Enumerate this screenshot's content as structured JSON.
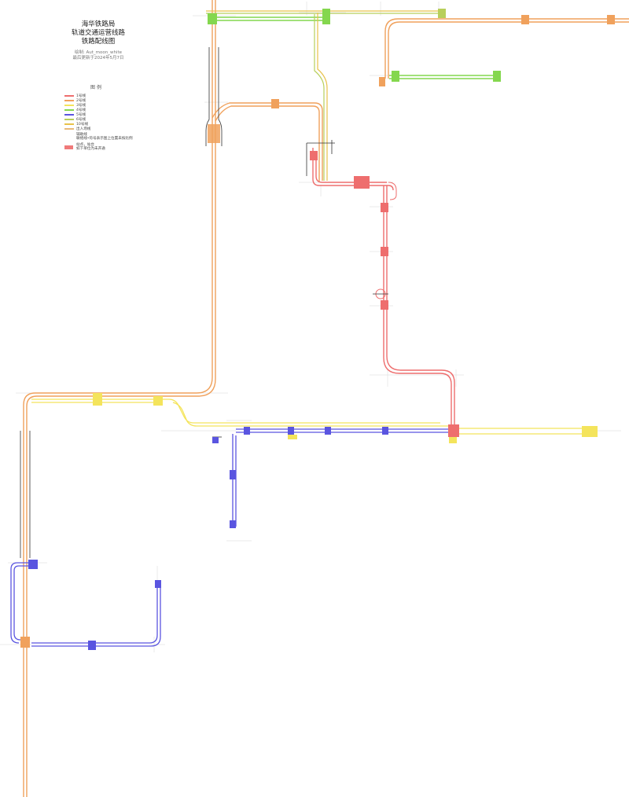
{
  "header": {
    "title_lines": [
      "海华铁路局",
      "轨道交通运营线路",
      "铁路配线图"
    ],
    "author": "绘制:    Aut_moon_white",
    "updated": "最后更新于2024年5月7日"
  },
  "legend": {
    "title": "图  例",
    "lines": [
      {
        "label": "1号线",
        "color": "#ee6e6e"
      },
      {
        "label": "2号线",
        "color": "#f0a15c"
      },
      {
        "label": "3号线",
        "color": "#f4e45c"
      },
      {
        "label": "4号线",
        "color": "#84d74e"
      },
      {
        "label": "5号线",
        "color": "#5a55e0"
      },
      {
        "label": "6号线",
        "color": "#b8cf5a"
      },
      {
        "label": "10号线",
        "color": "#e8c24a"
      },
      {
        "label": "出入场线",
        "color": "#e8b97a"
      }
    ],
    "notes": [
      "辅助线",
      "联络线•符号表示图上位置未按比例",
      "站点，站台",
      "如下单位为未开通"
    ]
  },
  "colors": {
    "line1": "#ee6e6e",
    "line2": "#f0a15c",
    "line3": "#f4e45c",
    "line4": "#84d74e",
    "line5": "#5a55e0",
    "line10": "#e8c24a",
    "depot": "#e8b97a",
    "aux": "#333333",
    "grid": "#d6d6d6"
  }
}
